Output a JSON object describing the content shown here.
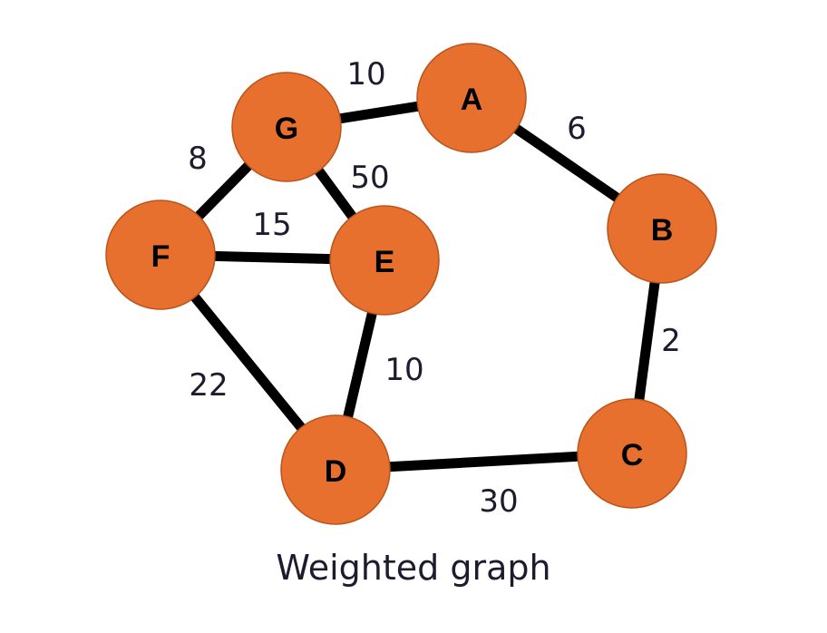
{
  "caption": "Weighted graph",
  "colors": {
    "node_fill": "#e8702f",
    "node_stroke": "#b8541c",
    "edge": "#000000",
    "text": "#1c1c2e"
  },
  "nodes": [
    {
      "id": "A",
      "label": "A"
    },
    {
      "id": "B",
      "label": "B"
    },
    {
      "id": "C",
      "label": "C"
    },
    {
      "id": "D",
      "label": "D"
    },
    {
      "id": "E",
      "label": "E"
    },
    {
      "id": "F",
      "label": "F"
    },
    {
      "id": "G",
      "label": "G"
    }
  ],
  "edges": [
    {
      "from": "G",
      "to": "A",
      "weight": "10"
    },
    {
      "from": "A",
      "to": "B",
      "weight": "6"
    },
    {
      "from": "B",
      "to": "C",
      "weight": "2"
    },
    {
      "from": "D",
      "to": "C",
      "weight": "30"
    },
    {
      "from": "E",
      "to": "D",
      "weight": "10"
    },
    {
      "from": "F",
      "to": "D",
      "weight": "22"
    },
    {
      "from": "F",
      "to": "E",
      "weight": "15"
    },
    {
      "from": "G",
      "to": "E",
      "weight": "50"
    },
    {
      "from": "G",
      "to": "F",
      "weight": "8"
    }
  ]
}
